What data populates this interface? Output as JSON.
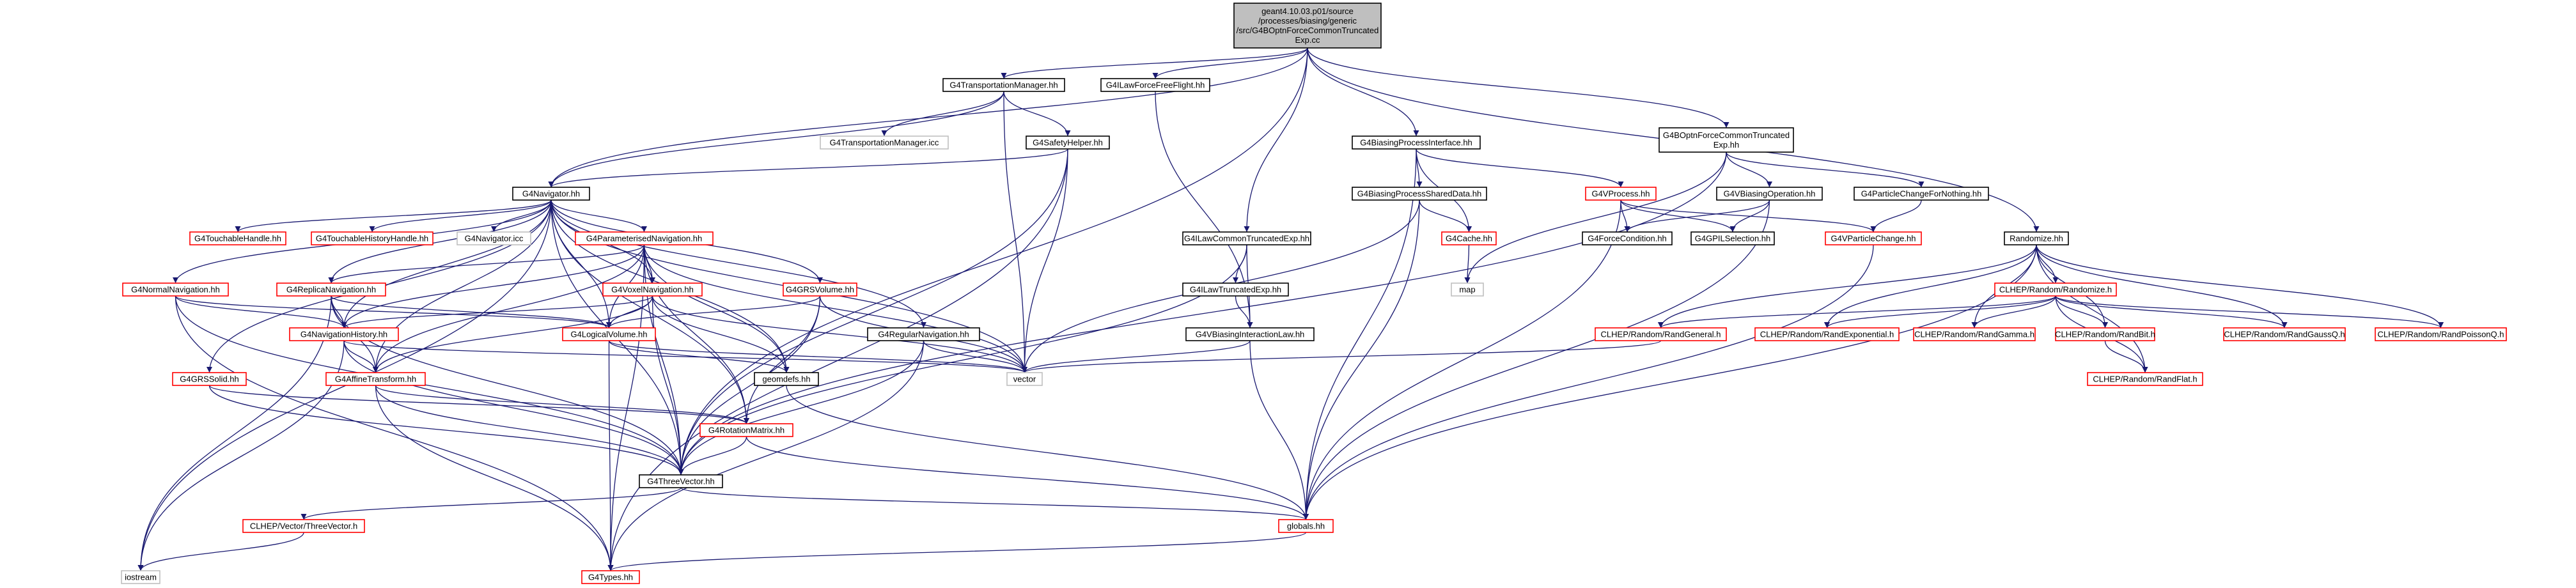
{
  "colors": {
    "edge": "#191970",
    "normal_border": "#000000",
    "missing_border": "#c0c0c0",
    "undocumented_border": "#ff0000",
    "root_fill": "#bfbfbf",
    "fill": "#ffffff"
  },
  "nodes": [
    {
      "id": "root",
      "kind": "root",
      "lines": [
        "geant4.10.03.p01/source",
        "/processes/biasing/generic",
        "/src/G4BOptnForceCommonTruncated",
        "Exp.cc"
      ]
    },
    {
      "id": "tm",
      "kind": "normal",
      "lines": [
        "G4TransportationManager.hh"
      ]
    },
    {
      "id": "lfff",
      "kind": "normal",
      "lines": [
        "G4ILawForceFreeFlight.hh"
      ]
    },
    {
      "id": "bpi",
      "kind": "normal",
      "lines": [
        "G4BiasingProcessInterface.hh"
      ]
    },
    {
      "id": "bofh",
      "kind": "normal",
      "lines": [
        "G4BOptnForceCommonTruncated",
        "Exp.hh"
      ]
    },
    {
      "id": "tmicc",
      "kind": "missing",
      "lines": [
        "G4TransportationManager.icc"
      ]
    },
    {
      "id": "safety",
      "kind": "normal",
      "lines": [
        "G4SafetyHelper.hh"
      ]
    },
    {
      "id": "nav",
      "kind": "normal",
      "lines": [
        "G4Navigator.hh"
      ]
    },
    {
      "id": "lcte",
      "kind": "normal",
      "lines": [
        "G4ILawCommonTruncatedExp.hh"
      ]
    },
    {
      "id": "bpsd",
      "kind": "normal",
      "lines": [
        "G4BiasingProcessSharedData.hh"
      ]
    },
    {
      "id": "vproc",
      "kind": "undoc",
      "lines": [
        "G4VProcess.hh"
      ]
    },
    {
      "id": "vbo",
      "kind": "normal",
      "lines": [
        "G4VBiasingOperation.hh"
      ]
    },
    {
      "id": "pcfn",
      "kind": "normal",
      "lines": [
        "G4ParticleChangeForNothing.hh"
      ]
    },
    {
      "id": "th",
      "kind": "undoc",
      "lines": [
        "G4TouchableHandle.hh"
      ]
    },
    {
      "id": "thh",
      "kind": "undoc",
      "lines": [
        "G4TouchableHistoryHandle.hh"
      ]
    },
    {
      "id": "navicc",
      "kind": "missing",
      "lines": [
        "G4Navigator.icc"
      ]
    },
    {
      "id": "pnav",
      "kind": "undoc",
      "lines": [
        "G4ParameterisedNavigation.hh"
      ]
    },
    {
      "id": "grs",
      "kind": "undoc",
      "lines": [
        "G4GRSVolume.hh"
      ]
    },
    {
      "id": "cache",
      "kind": "undoc",
      "lines": [
        "G4Cache.hh"
      ]
    },
    {
      "id": "fc",
      "kind": "normal",
      "lines": [
        "G4ForceCondition.hh"
      ]
    },
    {
      "id": "gpil",
      "kind": "normal",
      "lines": [
        "G4GPILSelection.hh"
      ]
    },
    {
      "id": "vpc",
      "kind": "undoc",
      "lines": [
        "G4VParticleChange.hh"
      ]
    },
    {
      "id": "rand",
      "kind": "normal",
      "lines": [
        "Randomize.hh"
      ]
    },
    {
      "id": "nnav",
      "kind": "undoc",
      "lines": [
        "G4NormalNavigation.hh"
      ]
    },
    {
      "id": "rnav",
      "kind": "undoc",
      "lines": [
        "G4ReplicaNavigation.hh"
      ]
    },
    {
      "id": "vnav",
      "kind": "undoc",
      "lines": [
        "G4VoxelNavigation.hh"
      ]
    },
    {
      "id": "lte",
      "kind": "normal",
      "lines": [
        "G4ILawTruncatedExp.hh"
      ]
    },
    {
      "id": "map",
      "kind": "missing",
      "lines": [
        "map"
      ]
    },
    {
      "id": "crand",
      "kind": "undoc",
      "lines": [
        "CLHEP/Random/Randomize.h"
      ]
    },
    {
      "id": "nh",
      "kind": "undoc",
      "lines": [
        "G4NavigationHistory.hh"
      ]
    },
    {
      "id": "lv",
      "kind": "undoc",
      "lines": [
        "G4LogicalVolume.hh"
      ]
    },
    {
      "id": "regnav",
      "kind": "normal",
      "lines": [
        "G4RegularNavigation.hh"
      ]
    },
    {
      "id": "vbil",
      "kind": "normal",
      "lines": [
        "G4VBiasingInteractionLaw.hh"
      ]
    },
    {
      "id": "rgen",
      "kind": "undoc",
      "lines": [
        "CLHEP/Random/RandGeneral.h"
      ]
    },
    {
      "id": "rexp",
      "kind": "undoc",
      "lines": [
        "CLHEP/Random/RandExponential.h"
      ]
    },
    {
      "id": "rgam",
      "kind": "undoc",
      "lines": [
        "CLHEP/Random/RandGamma.h"
      ]
    },
    {
      "id": "rbit",
      "kind": "undoc",
      "lines": [
        "CLHEP/Random/RandBit.h"
      ]
    },
    {
      "id": "rgq",
      "kind": "undoc",
      "lines": [
        "CLHEP/Random/RandGaussQ.h"
      ]
    },
    {
      "id": "rpq",
      "kind": "undoc",
      "lines": [
        "CLHEP/Random/RandPoissonQ.h"
      ]
    },
    {
      "id": "vector",
      "kind": "missing",
      "lines": [
        "vector"
      ]
    },
    {
      "id": "gsolid",
      "kind": "undoc",
      "lines": [
        "G4GRSSolid.hh"
      ]
    },
    {
      "id": "at",
      "kind": "undoc",
      "lines": [
        "G4AffineTransform.hh"
      ]
    },
    {
      "id": "gdefs",
      "kind": "normal",
      "lines": [
        "geomdefs.hh"
      ]
    },
    {
      "id": "rflat",
      "kind": "undoc",
      "lines": [
        "CLHEP/Random/RandFlat.h"
      ]
    },
    {
      "id": "rm",
      "kind": "undoc",
      "lines": [
        "G4RotationMatrix.hh"
      ]
    },
    {
      "id": "tv",
      "kind": "normal",
      "lines": [
        "G4ThreeVector.hh"
      ]
    },
    {
      "id": "ctv",
      "kind": "undoc",
      "lines": [
        "CLHEP/Vector/ThreeVector.h"
      ]
    },
    {
      "id": "globals",
      "kind": "undoc",
      "lines": [
        "globals.hh"
      ]
    },
    {
      "id": "iostream",
      "kind": "missing",
      "lines": [
        "iostream"
      ]
    },
    {
      "id": "types",
      "kind": "undoc",
      "lines": [
        "G4Types.hh"
      ]
    }
  ]
}
